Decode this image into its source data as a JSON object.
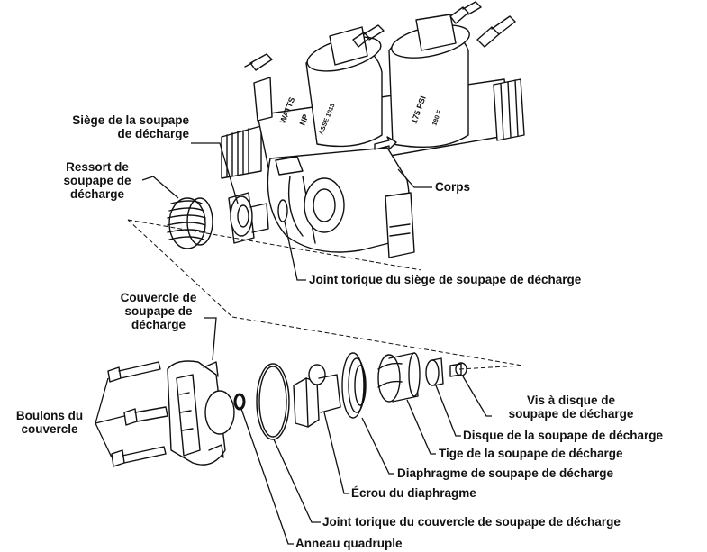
{
  "labels": {
    "siege": [
      "Siège de la soupape",
      "de décharge"
    ],
    "ressort": [
      "Ressort de",
      "soupape de",
      "décharge"
    ],
    "corps": "Corps",
    "joint_siege": "Joint torique du siège de soupape de décharge",
    "couvercle": [
      "Couvercle de",
      "soupape de",
      "décharge"
    ],
    "boulons": [
      "Boulons du",
      "couvercle"
    ],
    "vis": [
      "Vis à disque de",
      "soupape de décharge"
    ],
    "disque": "Disque de la soupape de décharge",
    "tige": "Tige de la soupape de décharge",
    "diaphragme": "Diaphragme de soupape de décharge",
    "ecrou": "Écrou du diaphragme",
    "joint_couvercle": "Joint torique du couvercle de soupape de décharge",
    "anneau": "Anneau quadruple"
  },
  "markings": {
    "brand": "WATTS",
    "np": "NP",
    "std": "ASSE 1013",
    "psi": "175 PSI",
    "temp": "180 F"
  }
}
